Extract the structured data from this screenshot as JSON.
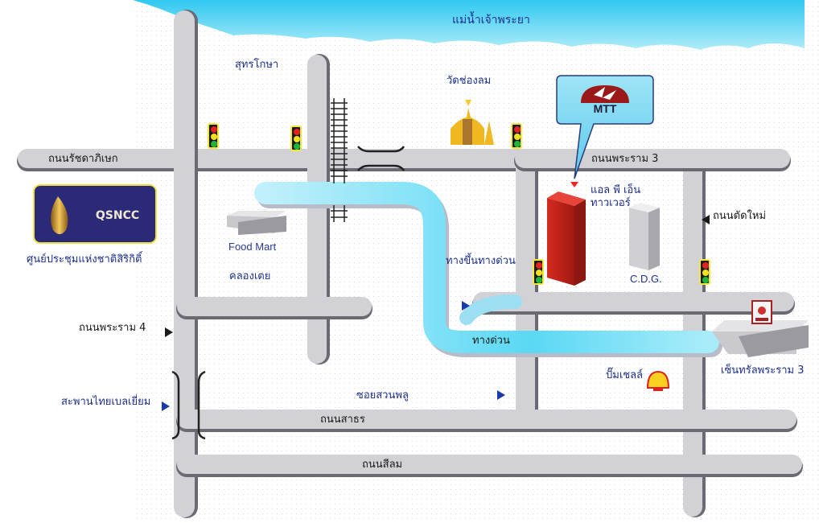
{
  "map": {
    "type": "location-map",
    "colors": {
      "river": "#33ccf0",
      "road": "#d2d2d6",
      "road_edge": "#6a6a72",
      "expressway": "#7fe0f5",
      "target_building": "#c0241c",
      "label_blue": "#1c2e8c",
      "label_dark": "#1a1a1a",
      "qsncc_bg": "#2a2a7a",
      "qsncc_border": "#f0e040"
    },
    "river_label": "แม่น้ำเจ้าพระยา",
    "roads": {
      "ratchadaphisek": "ถนนรัชดาภิเษก",
      "rama3": "ถนนพระราม 3",
      "rama4": "ถนนพระราม 4",
      "sathorn": "ถนนสาธร",
      "silom": "ถนนสีลม",
      "tat_mai": "ถนนตัดใหม่",
      "soi_suan_phlu": "ซอยสวนพลู",
      "sukhothai": "สุทรโกษา",
      "expressway": "ทางด่วน",
      "expressway_entrance": "ทางขึ้นทางด่วน",
      "bridge": "สะพานไทยเบลเยี่ยม",
      "khlong_toei": "คลองเตย"
    },
    "landmarks": {
      "wat": "วัดช่องลม",
      "food_mart": "Food Mart",
      "lpn_tower": "แอล พี เอ็น ทาวเวอร์",
      "lpn_tower_line1": "แอล พี เอ็น",
      "lpn_tower_line2": "ทาวเวอร์",
      "cdg": "C.D.G.",
      "shell": "ปั๊มเชลล์",
      "central_rama3": "เซ็นทรัลพระราม 3",
      "qsncc_logo": "QSNCC",
      "qsncc_name": "ศูนย์ประชุมแห่งชาติสิริกิติ์",
      "mtt_logo": "MTT"
    },
    "icons": {
      "traffic_light": "traffic-light-icon",
      "railway": "railway-icon",
      "bridge": "bridge-icon",
      "temple": "temple-icon",
      "shell": "shell-logo-icon",
      "central": "central-logo-icon",
      "pin": "location-pin-icon",
      "arrow": "direction-arrow-icon"
    }
  }
}
